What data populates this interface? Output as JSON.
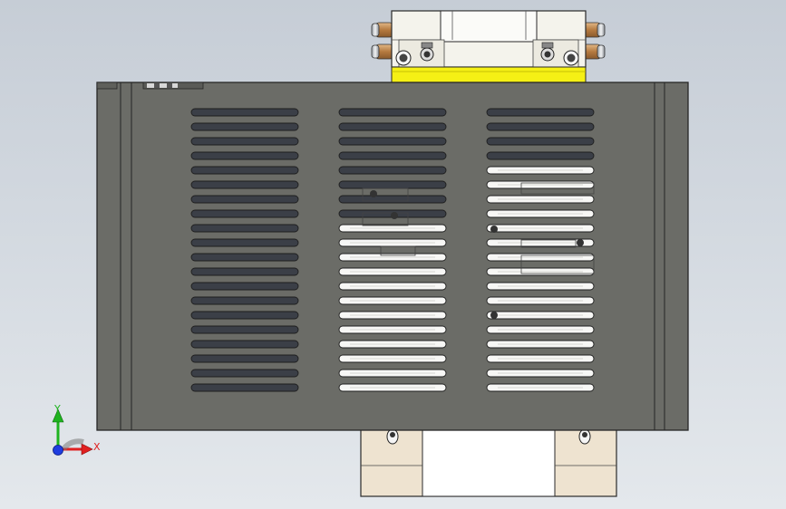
{
  "viewport": {
    "background_top": "#c6cdd6",
    "background_bottom": "#e4e8ec"
  },
  "model": {
    "housing_color": "#6b6c67",
    "slot_dark": "#3b3f47",
    "slot_light": "#f7f7f5",
    "manifold_color": "#f4f3ec",
    "yellow_plate_color": "#f5f015",
    "fitting_color": "#c58c52",
    "bottom_block_color": "#eee3d0",
    "grille_columns": 3,
    "slots_per_column": 20
  },
  "triad": {
    "y_label": "Y",
    "x_label": "X",
    "y_color": "#1fb31f",
    "x_color": "#e02020",
    "z_color": "#1f3de0",
    "icon": "axis-triad-icon"
  }
}
